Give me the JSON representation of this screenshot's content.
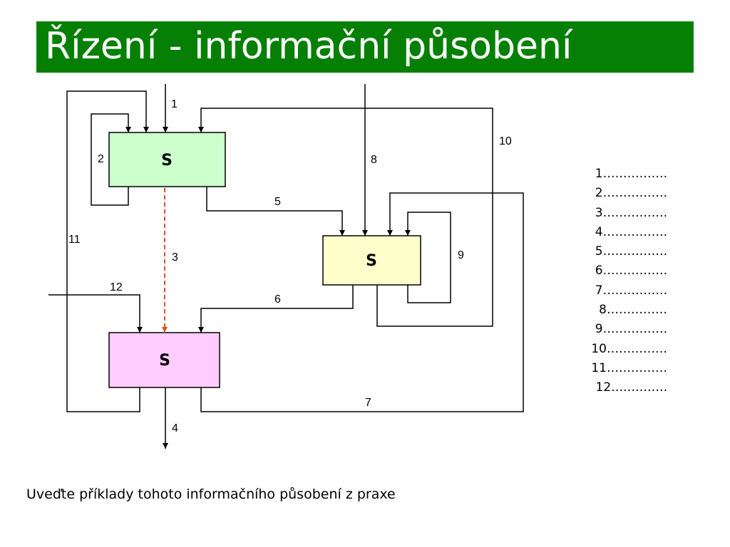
{
  "title": "Řízení - informační působení",
  "diagram": {
    "boxes": {
      "top": {
        "label": "S",
        "color": "#ccffcc"
      },
      "middle": {
        "label": "S",
        "color": "#ffffcc"
      },
      "bottom": {
        "label": "S",
        "color": "#ffccff"
      }
    },
    "arrow_labels": {
      "a1": "1",
      "a2": "2",
      "a3": "3",
      "a4": "4",
      "a5": "5",
      "a6": "6",
      "a7": "7",
      "a8": "8",
      "a9": "9",
      "a10": "10",
      "a11": "11",
      "a12": "12"
    },
    "line_color": "#000000",
    "dashed_color": "#e0502a"
  },
  "legend": [
    "1…………….",
    "2…………….",
    "3…………….",
    "4…………….",
    "5…………….",
    "6…………….",
    "7…………….",
    "8……………",
    "9…………….",
    "10……………",
    "11……………",
    "12….………."
  ],
  "question": "Uveďte příklady tohoto informačního působení z praxe"
}
